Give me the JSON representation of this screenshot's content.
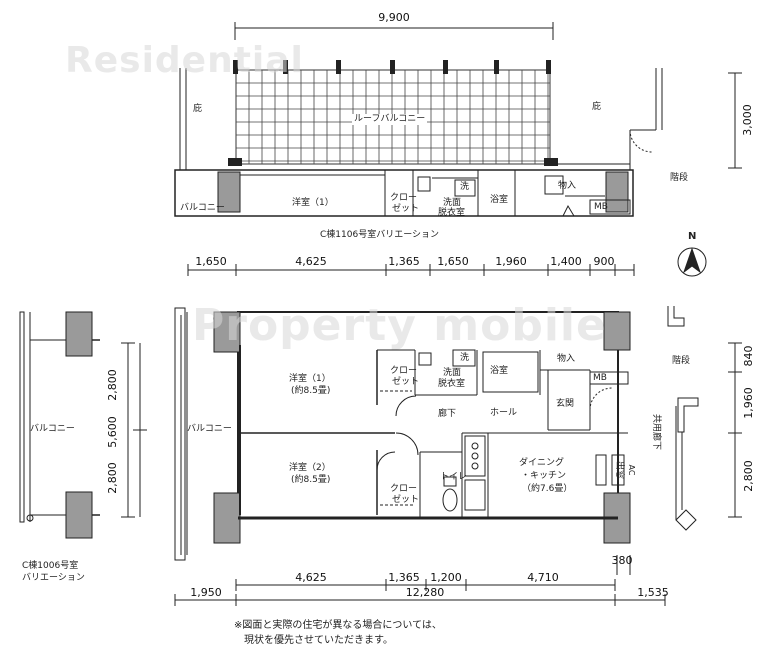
{
  "watermarks": {
    "top": "Residential",
    "main": "Property mobile"
  },
  "top_plan": {
    "width_dim": "9,900",
    "depth_dim": "3,000",
    "rooms": {
      "roof_balcony": "ルーフバルコニー",
      "eaves_left": "庇",
      "eaves_right": "庇",
      "balcony": "バルコニー",
      "western_room": "洋室（1）",
      "closet_1": "クロー",
      "closet_2": "ゼット",
      "washroom_1": "洗面",
      "washroom_2": "脱衣室",
      "wash_mark": "洗",
      "bathroom": "浴室",
      "storage": "物入",
      "mb": "MB",
      "stairs": "階段"
    },
    "caption": "C棟1106号室バリエーション"
  },
  "main_plan": {
    "top_dims": [
      "1,650",
      "4,625",
      "1,365",
      "1,650",
      "1,960",
      "1,400",
      "900"
    ],
    "bottom_dims_1": [
      "4,625",
      "1,365",
      "1,200",
      "4,710"
    ],
    "bottom_dims_2": [
      "1,950",
      "12,280",
      "1,535"
    ],
    "dim_380": "380",
    "left_height_dims": [
      "2,800",
      "5,600",
      "2,800"
    ],
    "right_height_dims": [
      "840",
      "1,960",
      "2,800"
    ],
    "rooms": {
      "western_1": "洋室（1）",
      "western_1_area": "(約8.5畳)",
      "western_2": "洋室（2）",
      "western_2_area": "(約8.5畳)",
      "closet_top_1": "クロー",
      "closet_top_2": "ゼット",
      "closet_bottom_1": "クロー",
      "closet_bottom_2": "ゼット",
      "wash_mark": "洗",
      "washroom_1": "洗面",
      "washroom_2": "脱衣室",
      "bathroom": "浴室",
      "storage": "物入",
      "mb": "MB",
      "entrance": "玄関",
      "corridor": "廊下",
      "hall": "ホール",
      "toilet": "トイレ",
      "dk_1": "ダイニング",
      "dk_2": "・キッチン",
      "dk_3": "（約7.6畳）",
      "balcony": "バルコニー",
      "stairs": "階段",
      "common_corridor": "共用廊下",
      "storage_small": "出窓",
      "ac": "AC"
    }
  },
  "side_plan": {
    "balcony": "バルコニー",
    "caption_1": "C棟1006号室",
    "caption_2": "バリエーション"
  },
  "north": "N",
  "note_1": "※図面と実際の住宅が異なる場合については、",
  "note_2": "現状を優先させていただきます。"
}
